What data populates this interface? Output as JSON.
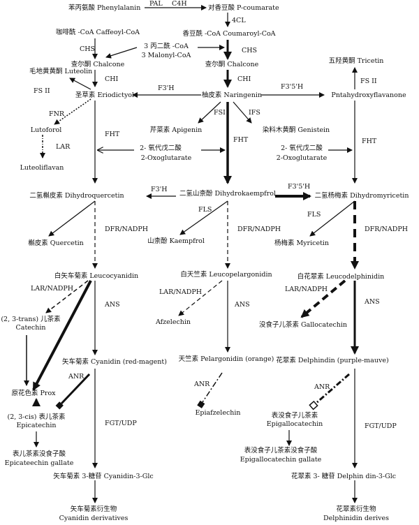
{
  "nodes": {
    "phe": "苯丙氨酸 Phenylalanin",
    "pcou": "对香豆酸 P-coumarate",
    "caffeoyl": "咖啡酰 -CoA Caffeoyl-CoA",
    "coumaroyl": "香豆酰 -CoA Coumaroyl-CoA",
    "malonyl_1": "3 丙二酰 -CoA",
    "malonyl_2": "3 Malonyl-CoA",
    "chalcone_l": "查尔酮 Chalcone",
    "chalcone_c": "查尔酮 Chalcone",
    "luteolin": "毛地黄黄酮 Luteolin",
    "tricetin": "五羟黄酮 Tricetin",
    "eriodictyol": "圣草素 Eriodictyol",
    "naringenin": "柚皮素 Naringenin",
    "pentahydroxy": "Pntahydroxyflavanone",
    "lutoforol": "Lutoforol",
    "luteoliflavan": "Luteoliflavan",
    "apigenin": "芹菜素 Apigenin",
    "genistein": "染料木黄酮 Genistein",
    "oxo_l_1": "2- 氧代戊二酸",
    "oxo_l_2": "2-Oxoglutarate",
    "oxo_r_1": "2- 氧代戊二酸",
    "oxo_r_2": "2-Oxoglutarate",
    "dhq": "二氢槲皮素 Dihydroquercetin",
    "dhk": "二氢山柰酚 Dihydrokaempfrol",
    "dhm": "二氢杨梅素 Dihydromyricetin",
    "quercetin": "槲皮素 Quercetin",
    "kaempfrol": "山柰酚 Kaempfrol",
    "myricetin": "杨梅素 Myricetin",
    "leucocyanidin": "白矢车菊素 Leucocyanidin",
    "leucopelargonidin": "白天竺素 Leucopelargonidin",
    "leucodelphinidin": "白花翠素 Leucodelphinidin",
    "catechin_1": "(2, 3-trans) 儿茶素",
    "catechin_2": "Catechin",
    "afzelechin": "Afzelechin",
    "gallocatechin": "没食子儿茶素 Gallocatechin",
    "cyanidin": "矢车菊素 Cyanidin (red-magent)",
    "pelargonidin": "天竺素 Pelargonidin (orange)",
    "delphindin": "花翠素 Delphindin (purple-mauve)",
    "prox": "原花色素 Prox",
    "epicatechin_1": "(2, 3-cis) 表儿茶素",
    "epicatechin_2": "Epicatechin",
    "epiafzelechin": "Epiafzelechin",
    "epigallocatechin_1": "表没食子儿茶素",
    "epigallocatechin_2": "Epigallocatechin",
    "ecg_1": "表儿茶素没食子酸",
    "ecg_2": "Epicateechin gallate",
    "egcg_1": "表没食子儿茶素没食子酸",
    "egcg_2": "Epigallocatechin gallate",
    "cy3g": "矢车菊素 3-糖苷 Cyanidin-3-Glc",
    "de3g": "花翠素 3- 糖苷 Delphin din-3-Glc",
    "cyder_1": "矢车菊素衍生物",
    "cyder_2": "Cyanidin derivatives",
    "deder_1": "花翠素衍生物",
    "deder_2": "Delphinidin derives"
  },
  "enzymes": {
    "pal": "PAL",
    "c4h": "C4H",
    "cl4": "4CL",
    "chs_l": "CHS",
    "chs_c": "CHS",
    "chi_l": "CHI",
    "chi_c": "CHI",
    "fs2_l": "FS II",
    "fs2_r": "FS II",
    "f3h_top": "F3'H",
    "f35h_top": "F3'5'H",
    "fnr": "FNR",
    "lar_l": "LAR",
    "fsi": "FSI",
    "ifs": "IFS",
    "fht_l": "FHT",
    "fht_c": "FHT",
    "fht_r": "FHT",
    "f3h_mid": "F3'H",
    "f35h_mid": "F3'5'H",
    "fls_c": "FLS",
    "fls_r": "FLS",
    "dfr_l": "DFR/NADPH",
    "dfr_c": "DFR/NADPH",
    "dfr_r": "DFR/NADPH",
    "lar_nadph_l": "LAR/NADPH",
    "lar_nadph_c": "LAR/NADPH",
    "lar_nadph_r": "LAR/NADPH",
    "ans_l": "ANS",
    "ans_c": "ANS",
    "ans_r": "ANS",
    "anr_l": "ANR",
    "anr_c": "ANR",
    "anr_r": "ANR",
    "fgt_l": "FGT/UDP",
    "fgt_r": "FGT/UDP"
  }
}
